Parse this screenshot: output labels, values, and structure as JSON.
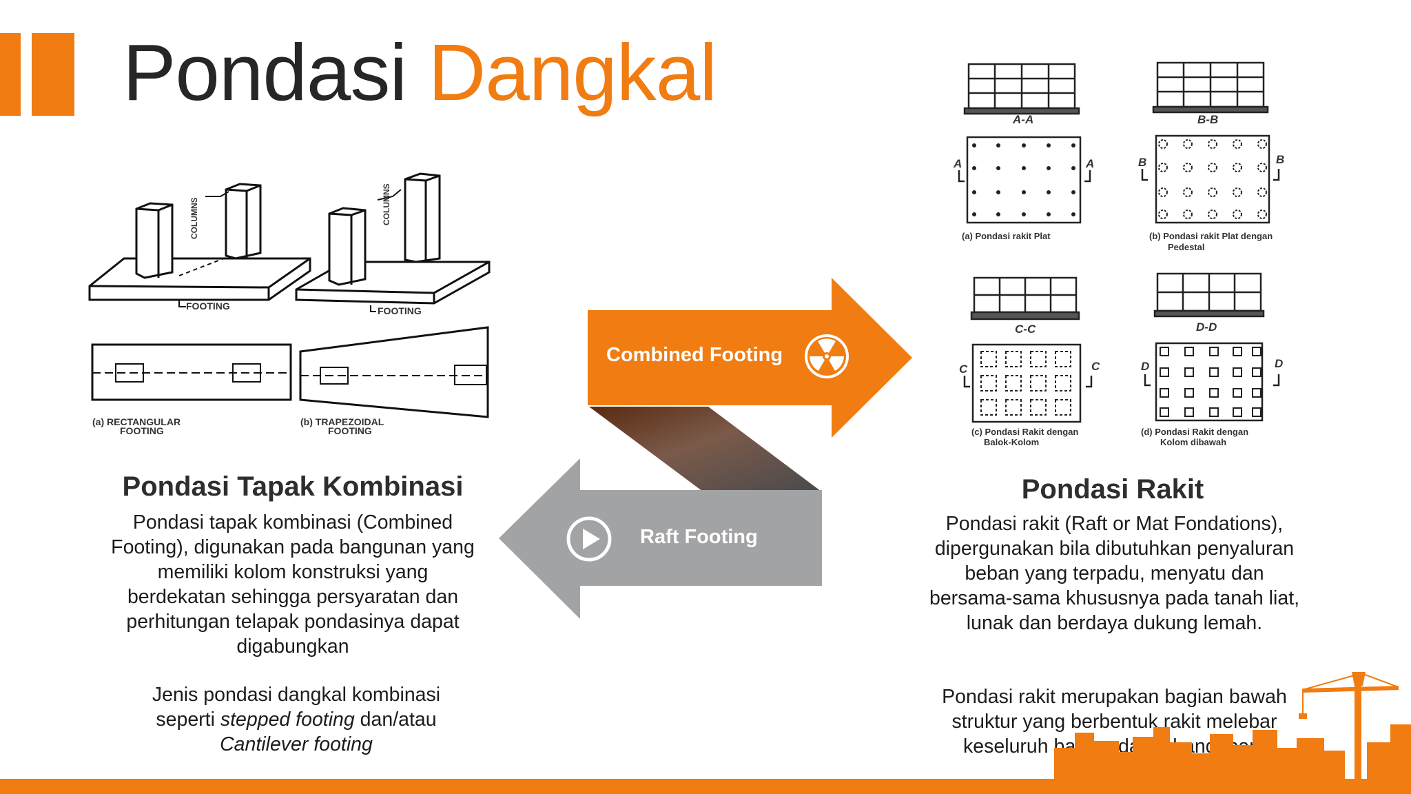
{
  "title": {
    "word1": "Pondasi",
    "word2": "Dangkal"
  },
  "left": {
    "heading": "Pondasi Tapak Kombinasi",
    "paragraph": "Pondasi tapak kombinasi (Combined Footing), digunakan pada bangunan yang memiliki kolom konstruksi yang berdekatan sehingga persyaratan dan perhitungan telapak pondasinya dapat digabungkan",
    "paragraph2_prefix": "Jenis pondasi dangkal kombinasi seperti ",
    "paragraph2_italic1": "stepped footing",
    "paragraph2_mid": " dan/atau ",
    "paragraph2_italic2": "Cantilever footing",
    "diagram": {
      "columns_label": "COLUMNS",
      "footing_label": "FOOTING",
      "cap_a1": "(a) RECTANGULAR",
      "cap_a2": "FOOTING",
      "cap_b1": "(b) TRAPEZOIDAL",
      "cap_b2": "FOOTING"
    }
  },
  "center": {
    "orange_arrow_label": "Combined Footing",
    "gray_arrow_label": "Raft Footing",
    "orange_icon": "radiation-icon",
    "gray_icon": "play-icon",
    "colors": {
      "orange": "#F07C12",
      "gray": "#A2A3A5"
    }
  },
  "right": {
    "heading": "Pondasi Rakit",
    "paragraph": "Pondasi rakit (Raft or Mat Fondations), dipergunakan bila dibutuhkan penyaluran beban yang terpadu, menyatu dan bersama-sama khususnya pada tanah liat, lunak dan berdaya dukung lemah.",
    "paragraph2": "Pondasi rakit merupakan bagian bawah struktur yang berbentuk rakit melebar keseluruh bagian dasar bangunan.",
    "diagram": {
      "sec_a": "A-A",
      "sec_b": "B-B",
      "sec_c": "C-C",
      "sec_d": "D-D",
      "mark_a": "A",
      "mark_b": "B",
      "mark_c": "C",
      "mark_d": "D",
      "cap_a": "(a) Pondasi rakit Plat",
      "cap_b1": "(b) Pondasi rakit Plat dengan",
      "cap_b2": "Pedestal",
      "cap_c1": "(c) Pondasi Rakit dengan",
      "cap_c2": "Balok-Kolom",
      "cap_d1": "(d) Pondasi Rakit dengan",
      "cap_d2": "Kolom dibawah"
    }
  },
  "accent_color": "#F07C12"
}
